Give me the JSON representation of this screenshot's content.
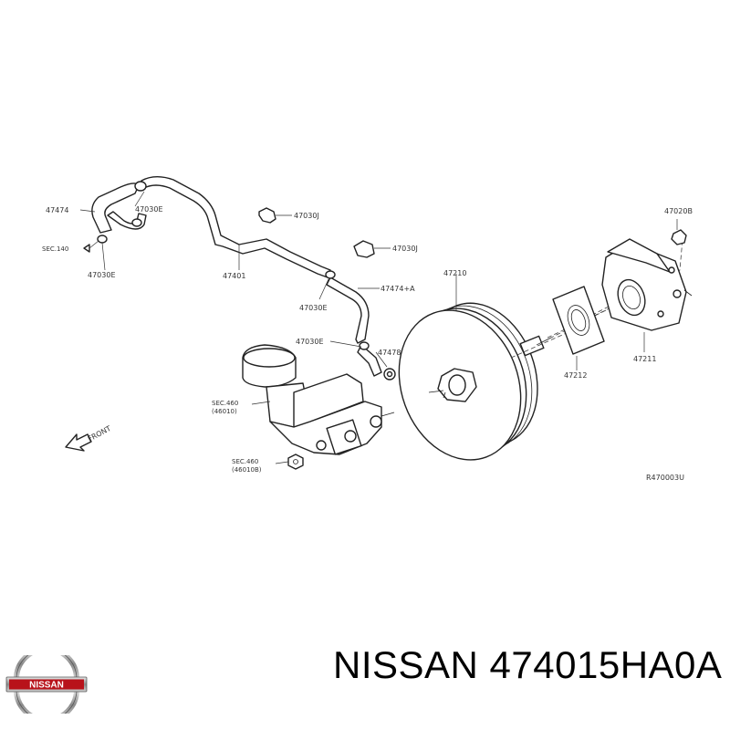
{
  "diagram": {
    "labels": {
      "l_47474": "47474",
      "l_47030E_a": "47030E",
      "l_sec140": "SEC.140",
      "l_47030E_b": "47030E",
      "l_47030J_a": "47030J",
      "l_47401": "47401",
      "l_47030J_b": "47030J",
      "l_47474A": "47474+A",
      "l_47030E_c": "47030E",
      "l_47030E_d": "47030E",
      "l_47478": "47478",
      "l_47210": "47210",
      "l_47020B": "47020B",
      "l_47212": "47212",
      "l_47211": "47211",
      "l_sec460_a": "SEC.460",
      "l_46010": "(46010)",
      "l_sec460_b": "SEC.460",
      "l_46010B": "(46010B)",
      "l_front": "FRONT",
      "l_ref": "R470003U"
    }
  },
  "footer": {
    "title": "NISSAN 474015HA0A",
    "logo_text": "NISSAN"
  }
}
